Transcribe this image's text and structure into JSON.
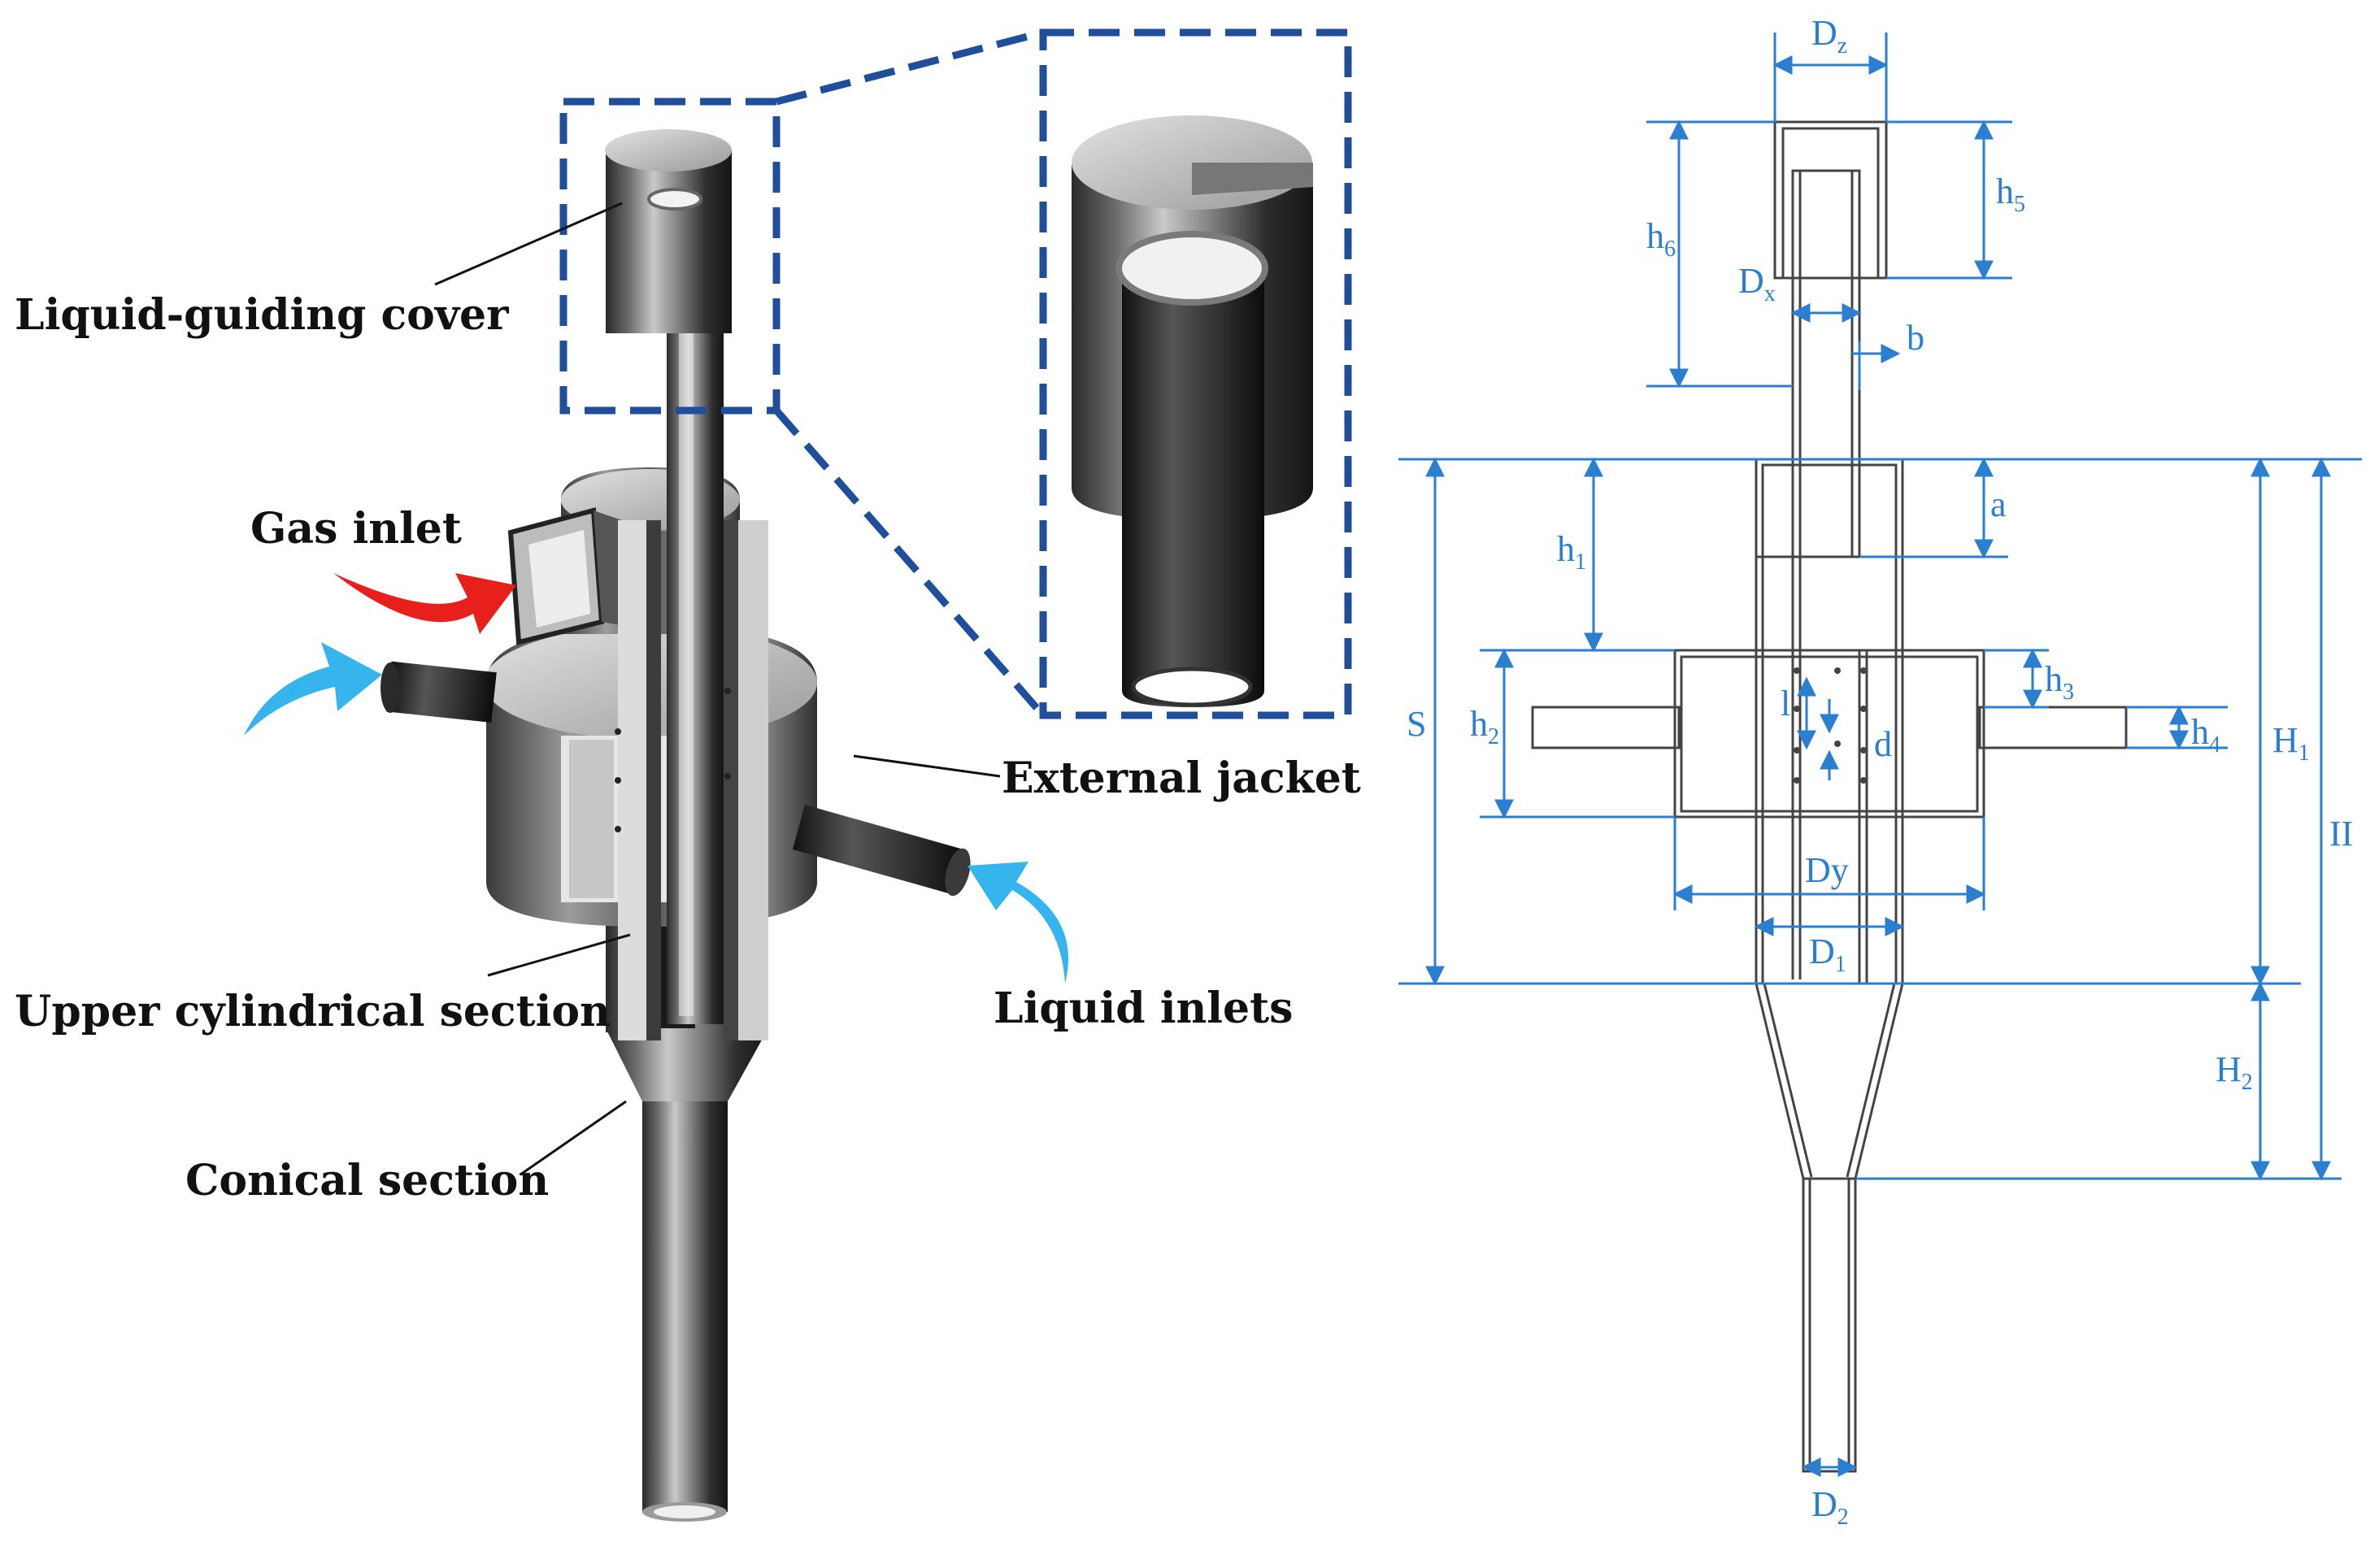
{
  "colors": {
    "dimension_blue": "#2a7fd0",
    "zoom_frame_blue": "#1f4e9a",
    "gas_arrow": "#e8201c",
    "liquid_arrow": "#36b4ee",
    "outline": "#444444",
    "label_text": "#111111"
  },
  "callouts": {
    "liquid_guiding_cover": "Liquid-guiding cover",
    "gas_inlet": "Gas inlet",
    "external_jacket": "External jacket",
    "upper_cylindrical_section": "Upper cylindrical section",
    "liquid_inlets": "Liquid inlets",
    "conical_section": "Conical section"
  },
  "dimensions": {
    "Dz": {
      "main": "D",
      "sub": "z"
    },
    "h5": {
      "main": "h",
      "sub": "5"
    },
    "h6": {
      "main": "h",
      "sub": "6"
    },
    "Dx": {
      "main": "D",
      "sub": "x"
    },
    "b": {
      "main": "b",
      "sub": ""
    },
    "a": {
      "main": "a",
      "sub": ""
    },
    "h1": {
      "main": "h",
      "sub": "1"
    },
    "S": {
      "main": "S",
      "sub": ""
    },
    "H1": {
      "main": "H",
      "sub": "1"
    },
    "II": {
      "main": "II",
      "sub": ""
    },
    "h3": {
      "main": "h",
      "sub": "3"
    },
    "h2": {
      "main": "h",
      "sub": "2"
    },
    "l": {
      "main": "l",
      "sub": ""
    },
    "d": {
      "main": "d",
      "sub": ""
    },
    "h4": {
      "main": "h",
      "sub": "4"
    },
    "Dy": {
      "main": "Dy",
      "sub": ""
    },
    "D1": {
      "main": "D",
      "sub": "1"
    },
    "H2": {
      "main": "H",
      "sub": "2"
    },
    "D2": {
      "main": "D",
      "sub": "2"
    }
  }
}
